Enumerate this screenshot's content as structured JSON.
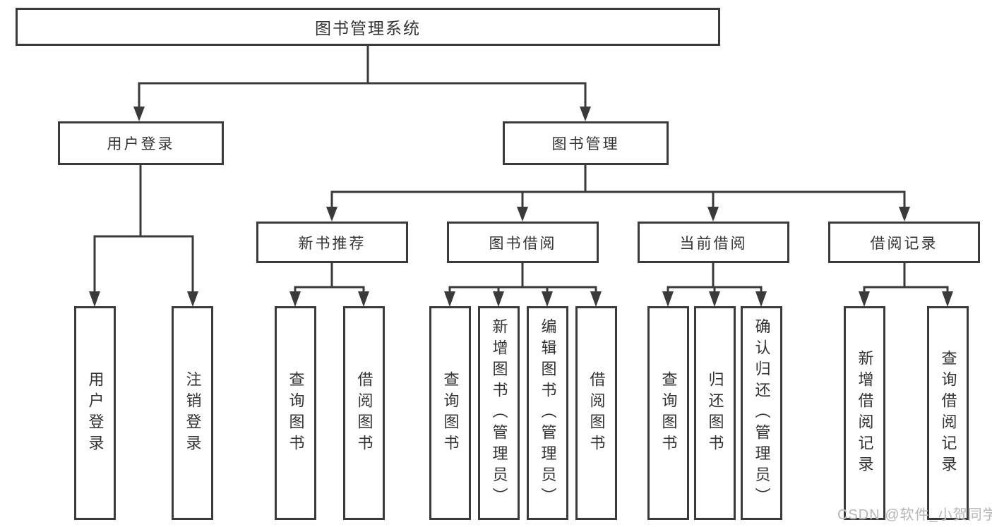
{
  "diagram": {
    "title": "图书管理系统",
    "nodes": {
      "root": {
        "label": "图书管理系统"
      },
      "level2": [
        {
          "label": "用户登录"
        },
        {
          "label": "图书管理"
        }
      ],
      "level3": [
        {
          "label": "新书推荐"
        },
        {
          "label": "图书借阅"
        },
        {
          "label": "当前借阅"
        },
        {
          "label": "借阅记录"
        }
      ],
      "leaves": {
        "user_login": [
          "用户登录",
          "注销登录"
        ],
        "new_book_recommendation": [
          "查询图书",
          "借阅图书"
        ],
        "book_borrowing": [
          "查询图书",
          "新增图书（管理员）",
          "编辑图书（管理员）",
          "借阅图书"
        ],
        "current_borrowing": [
          "查询图书",
          "归还图书",
          "确认归还（管理员）"
        ],
        "borrowing_records": [
          "新增借阅记录",
          "查询借阅记录"
        ]
      }
    },
    "colors": {
      "line": "#3a3a3a",
      "text": "#333333",
      "background": "#ffffff",
      "watermark": "#b6b6b6"
    }
  },
  "watermark": "CSDN @软件_小贺同学"
}
